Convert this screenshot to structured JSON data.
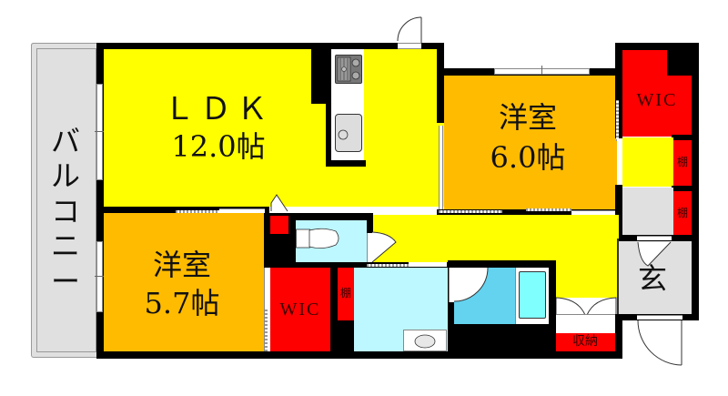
{
  "floor_plan": {
    "rooms": {
      "balcony": {
        "label": "バ\nル\nコ\nニ\nー",
        "name": "バルコニー"
      },
      "ldk": {
        "title": "ＬＤＫ",
        "size": "12.0帖"
      },
      "western_room_1": {
        "title": "洋室",
        "size": "6.0帖"
      },
      "western_room_2": {
        "title": "洋室",
        "size": "5.7帖"
      },
      "wic_main": {
        "label": "WIC"
      },
      "wic_small": {
        "label": "WIC"
      },
      "shelf_1": {
        "label": "棚"
      },
      "shelf_2": {
        "label": "棚"
      },
      "shelf_3": {
        "label": "棚"
      },
      "storage": {
        "label": "収納"
      },
      "entrance": {
        "label": "玄"
      }
    },
    "colors": {
      "ldk": "#ffff00",
      "western_room": "#ffbb00",
      "closet": "#ff0000",
      "balcony": "#e0e0e0",
      "washroom": "#bdf7ff",
      "bathroom": "#63d3ef",
      "bathtub": "#80ffff",
      "wall": "#000000"
    }
  }
}
